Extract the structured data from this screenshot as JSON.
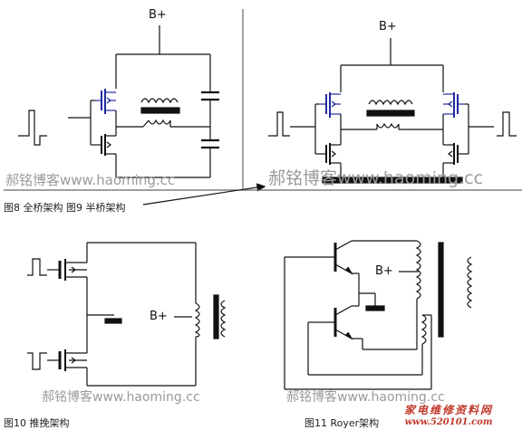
{
  "labels": {
    "bplus": "B+"
  },
  "captions": {
    "fig8_fig9": "图8 全桥架构 图9 半桥架构",
    "fig10": "图10 推挽架构",
    "fig11": "图11 Royer架构"
  },
  "watermarks": {
    "w1": "郝铭博客www.haoming.cc",
    "w2": "郝铭博客www.haoming.cc",
    "w3": "郝铭博客www.haoming.cc",
    "w4": "郝铭博客www.haoming.cc"
  },
  "brand": {
    "name": "家电维修资料网",
    "url": "www.520101.com"
  },
  "colors": {
    "line": "#111111",
    "mosfet_blue": "#1f2aa0",
    "watermark": "#9a9a9a",
    "brand_red": "#c0392b"
  }
}
